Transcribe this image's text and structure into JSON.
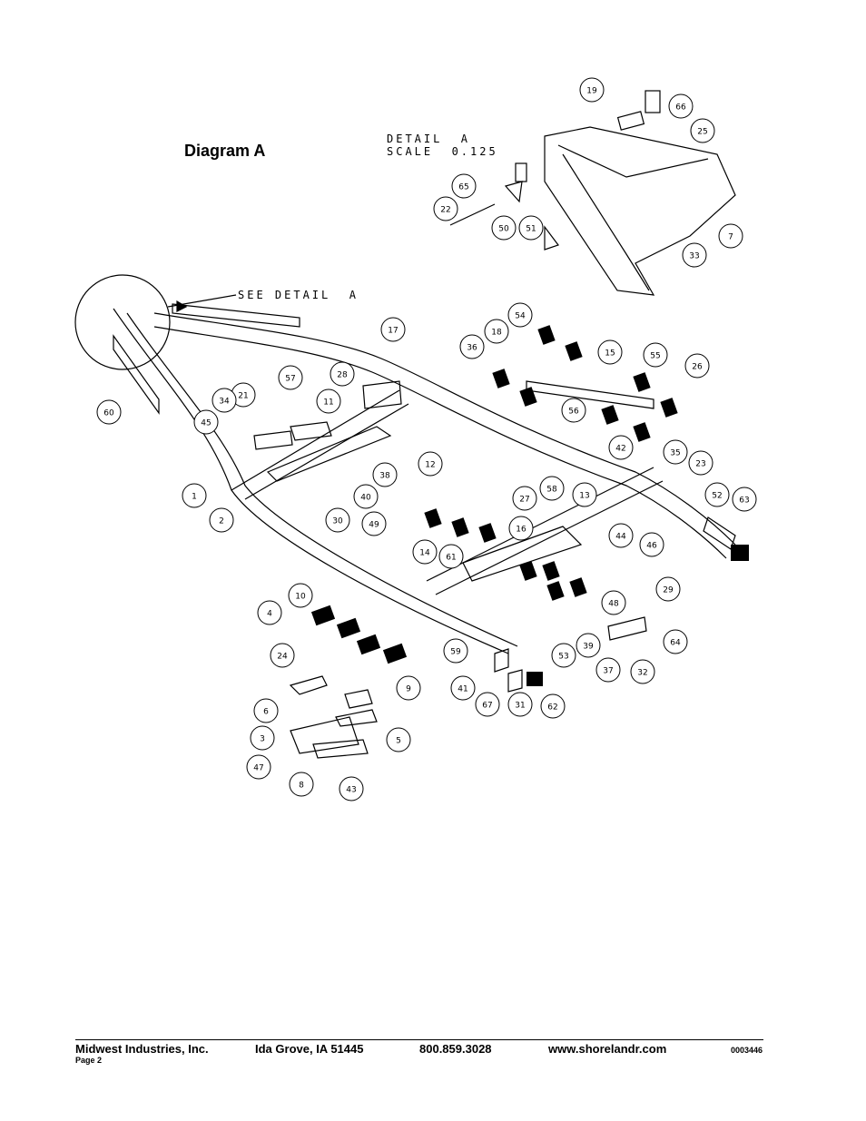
{
  "title": "Diagram A",
  "detail": {
    "line1": "DETAIL  A",
    "line2": "SCALE  0.125",
    "see_detail": "SEE DETAIL  A"
  },
  "footer": {
    "company": "Midwest Industries, Inc.",
    "location": "Ida Grove, IA  51445",
    "phone": "800.859.3028",
    "website": "www.shorelandr.com",
    "doc_number": "0003446",
    "page": "Page 2"
  },
  "callouts": [
    "19",
    "66",
    "25",
    "65",
    "22",
    "50",
    "51",
    "7",
    "33",
    "60",
    "17",
    "54",
    "18",
    "36",
    "15",
    "55",
    "26",
    "56",
    "42",
    "57",
    "28",
    "11",
    "21",
    "34",
    "45",
    "12",
    "38",
    "40",
    "1",
    "2",
    "30",
    "49",
    "35",
    "23",
    "52",
    "63",
    "27",
    "58",
    "13",
    "16",
    "44",
    "46",
    "14",
    "61",
    "29",
    "10",
    "4",
    "24",
    "59",
    "48",
    "39",
    "64",
    "37",
    "32",
    "53",
    "41",
    "67",
    "31",
    "62",
    "9",
    "6",
    "3",
    "5",
    "47",
    "8",
    "43"
  ]
}
